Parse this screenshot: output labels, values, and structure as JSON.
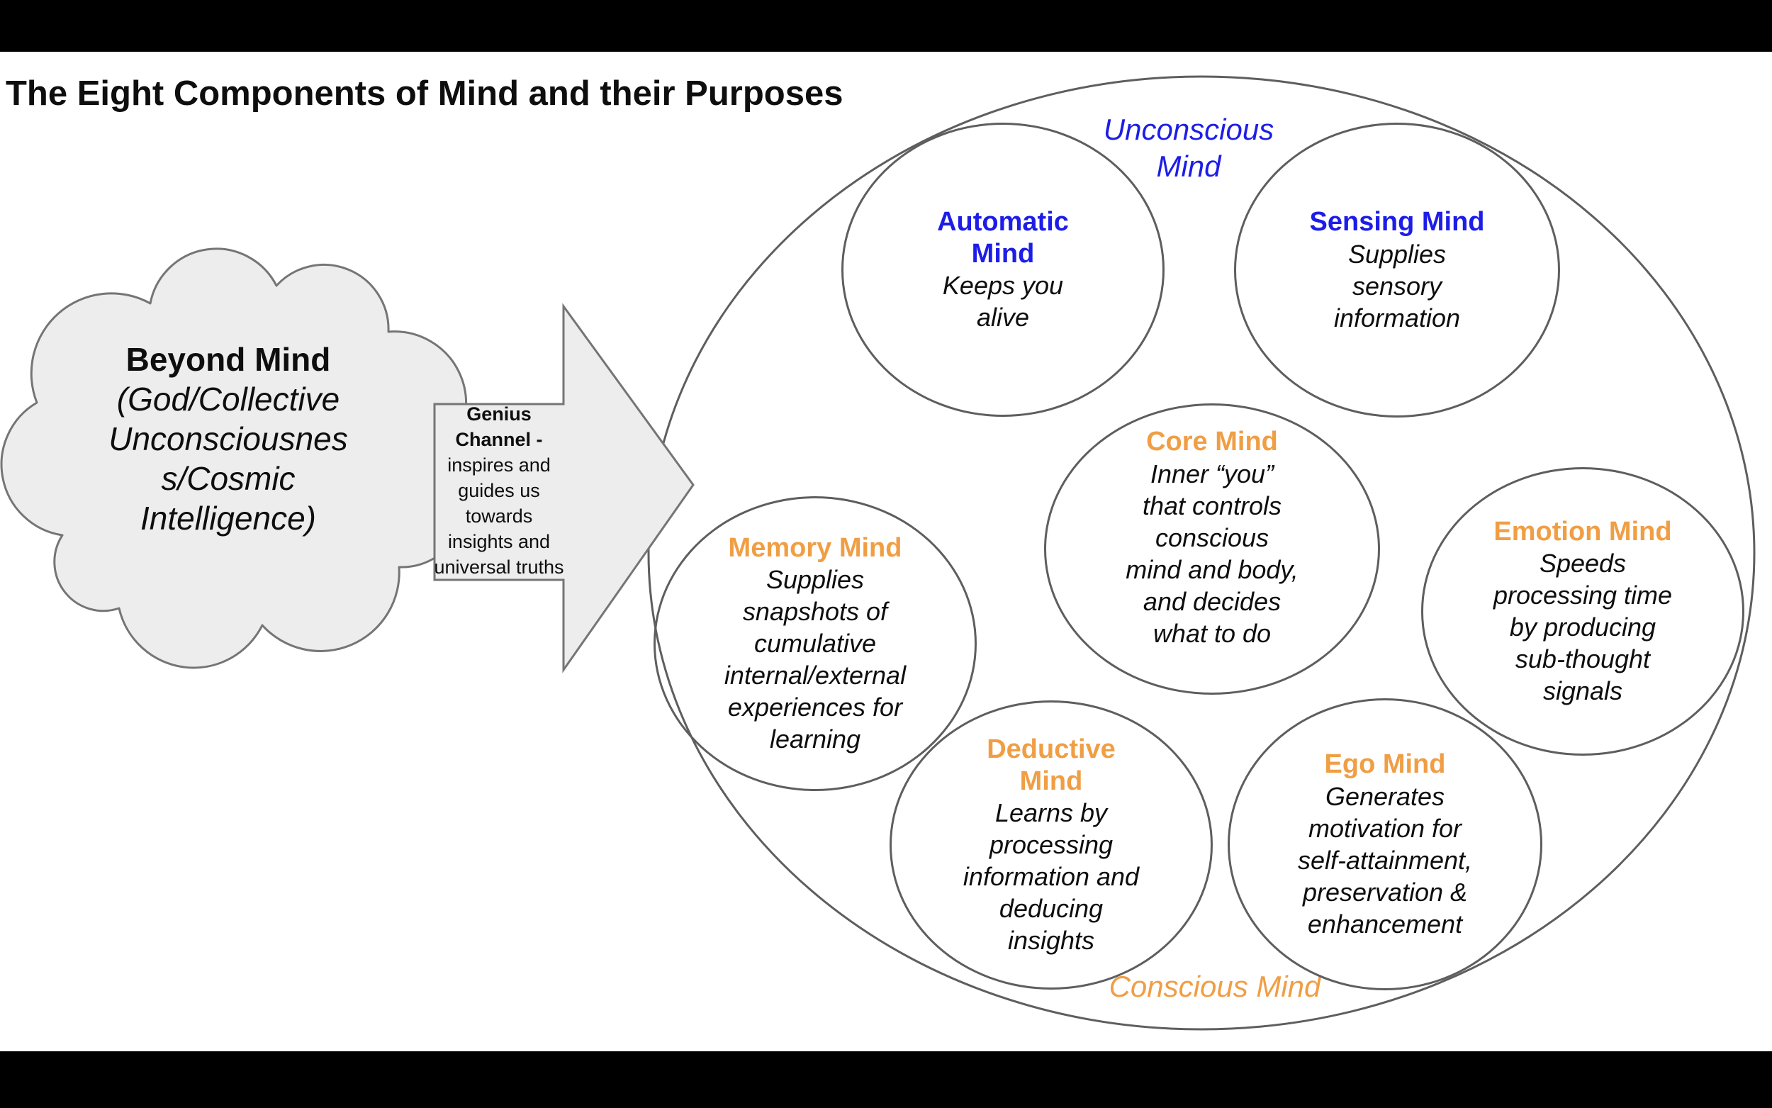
{
  "title": "The Eight Components of Mind and their Purposes",
  "colors": {
    "blue": "#1d1de8",
    "orange": "#f09e44",
    "stroke": "#5e5e5e",
    "shape_fill": "#ededed",
    "shape_stroke": "#757575",
    "text": "#0e0e0e",
    "background": "#000000",
    "canvas": "#ffffff"
  },
  "cloud": {
    "title": "Beyond Mind",
    "desc_lines": [
      "(God/Collective",
      "Unconsciousnes",
      "s/Cosmic",
      "Intelligence)"
    ]
  },
  "genius_arrow": {
    "title_lines": [
      "Genius",
      "Channel -"
    ],
    "desc_lines": [
      "inspires and",
      "guides us",
      "towards",
      "insights and",
      "universal truths"
    ]
  },
  "regions": {
    "unconscious_lines": [
      "Unconscious",
      "Mind"
    ],
    "conscious": "Conscious Mind"
  },
  "bubbles": [
    {
      "name": "Automatic Mind",
      "title_lines": [
        "Automatic",
        "Mind"
      ],
      "desc_lines": [
        "Keeps you",
        "alive"
      ],
      "title_color": "blue"
    },
    {
      "name": "Sensing Mind",
      "title_lines": [
        "Sensing Mind"
      ],
      "desc_lines": [
        "Supplies",
        "sensory",
        "information"
      ],
      "title_color": "blue"
    },
    {
      "name": "Core Mind",
      "title_lines": [
        "Core Mind"
      ],
      "desc_lines": [
        "Inner “you”",
        "that controls",
        "conscious",
        "mind and body,",
        "and decides",
        "what to do"
      ],
      "title_color": "orange"
    },
    {
      "name": "Memory Mind",
      "title_lines": [
        "Memory Mind"
      ],
      "desc_lines": [
        "Supplies",
        "snapshots of",
        "cumulative",
        "internal/external",
        "experiences for",
        "learning"
      ],
      "title_color": "orange"
    },
    {
      "name": "Emotion Mind",
      "title_lines": [
        "Emotion Mind"
      ],
      "desc_lines": [
        "Speeds",
        "processing time",
        "by producing",
        "sub-thought",
        "signals"
      ],
      "title_color": "orange"
    },
    {
      "name": "Deductive Mind",
      "title_lines": [
        "Deductive",
        "Mind"
      ],
      "desc_lines": [
        "Learns by",
        "processing",
        "information and",
        "deducing",
        "insights"
      ],
      "title_color": "orange"
    },
    {
      "name": "Ego Mind",
      "title_lines": [
        "Ego Mind"
      ],
      "desc_lines": [
        "Generates",
        "motivation for",
        "self-attainment,",
        "preservation &",
        "enhancement"
      ],
      "title_color": "orange"
    }
  ]
}
